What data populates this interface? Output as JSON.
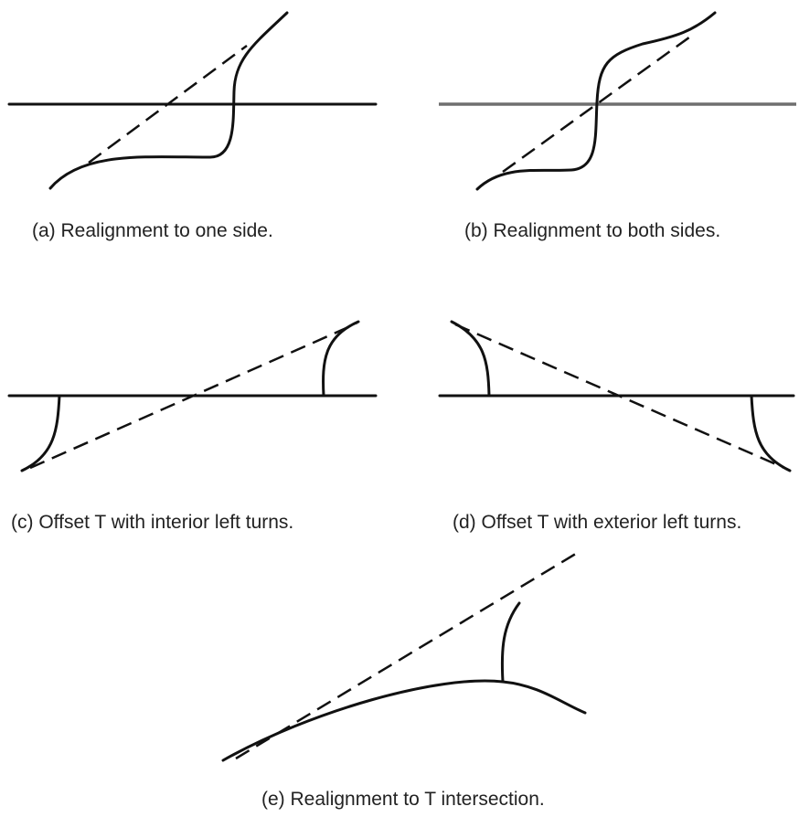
{
  "panels": [
    {
      "id": "a",
      "caption": "(a) Realignment to one side."
    },
    {
      "id": "b",
      "caption": "(b) Realignment to both sides."
    },
    {
      "id": "c",
      "caption": "(c) Offset T with interior left turns."
    },
    {
      "id": "d",
      "caption": "(d) Offset T with exterior left turns."
    },
    {
      "id": "e",
      "caption": "(e) Realignment to T intersection."
    }
  ],
  "colors": {
    "line": "#111111",
    "main_road_b": "#6f6f6f",
    "text": "#222222",
    "background": "#ffffff"
  }
}
